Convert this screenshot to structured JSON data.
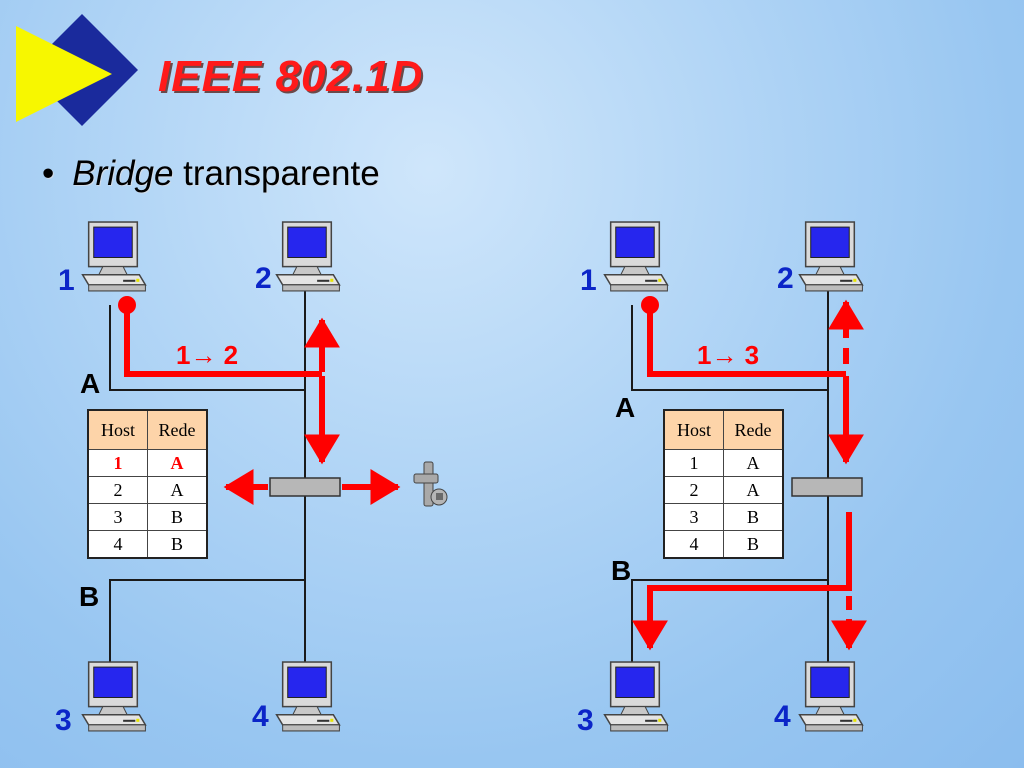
{
  "title": "IEEE 802.1D",
  "bullet": {
    "symbol": "•",
    "italic": "Bridge",
    "rest": "transparente"
  },
  "diagram_left": {
    "hosts": [
      "1",
      "2",
      "3",
      "4"
    ],
    "segments": [
      "A",
      "B"
    ],
    "frame_label": "1→ 2",
    "table": {
      "headers": [
        "Host",
        "Rede"
      ],
      "rows": [
        [
          "1",
          "A"
        ],
        [
          "2",
          "A"
        ],
        [
          "3",
          "B"
        ],
        [
          "4",
          "B"
        ]
      ],
      "highlight_row": 0
    }
  },
  "diagram_right": {
    "hosts": [
      "1",
      "2",
      "3",
      "4"
    ],
    "segments": [
      "A",
      "B"
    ],
    "frame_label": "1→ 3",
    "table": {
      "headers": [
        "Host",
        "Rede"
      ],
      "rows": [
        [
          "1",
          "A"
        ],
        [
          "2",
          "A"
        ],
        [
          "3",
          "B"
        ],
        [
          "4",
          "B"
        ]
      ]
    }
  },
  "colors": {
    "accent": "#ff0000",
    "host_number": "#0b25c8",
    "table_header": "#fdd4a9",
    "title": "#ff1a1a"
  },
  "icons": {
    "computer": "computer-icon",
    "discard": "discard-wrench-icon",
    "logo": "logo-diamond-triangle"
  }
}
